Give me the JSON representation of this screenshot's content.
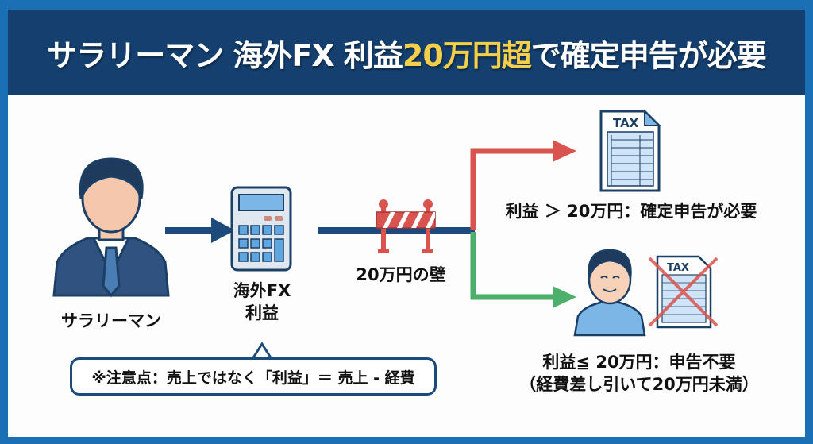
{
  "header": {
    "title_pre": "サラリーマン 海外FX 利益",
    "title_highlight": "20万円超",
    "title_post": "で確定申告が必要"
  },
  "flow": {
    "salaryman_label": "サラリーマン",
    "fx_label_line1": "海外FX",
    "fx_label_line2": "利益",
    "wall_label": "20万円の壁",
    "above_label": "利益 ＞ 20万円：確定申告が必要",
    "below_label_line1": "利益≦ 20万円：申告不要",
    "below_label_line2": "（経費差し引いて20万円未満）",
    "tax_doc_text": "TAX",
    "tax_doc_crossed_text": "TAX"
  },
  "note": {
    "text": "※注意点：売上ではなく「利益」＝ 売上 - 経費"
  },
  "colors": {
    "navy": "#143f6e",
    "frame": "#1a6fb5",
    "highlight": "#f4cf4b",
    "red": "#d9534f",
    "green": "#4caf6a"
  }
}
